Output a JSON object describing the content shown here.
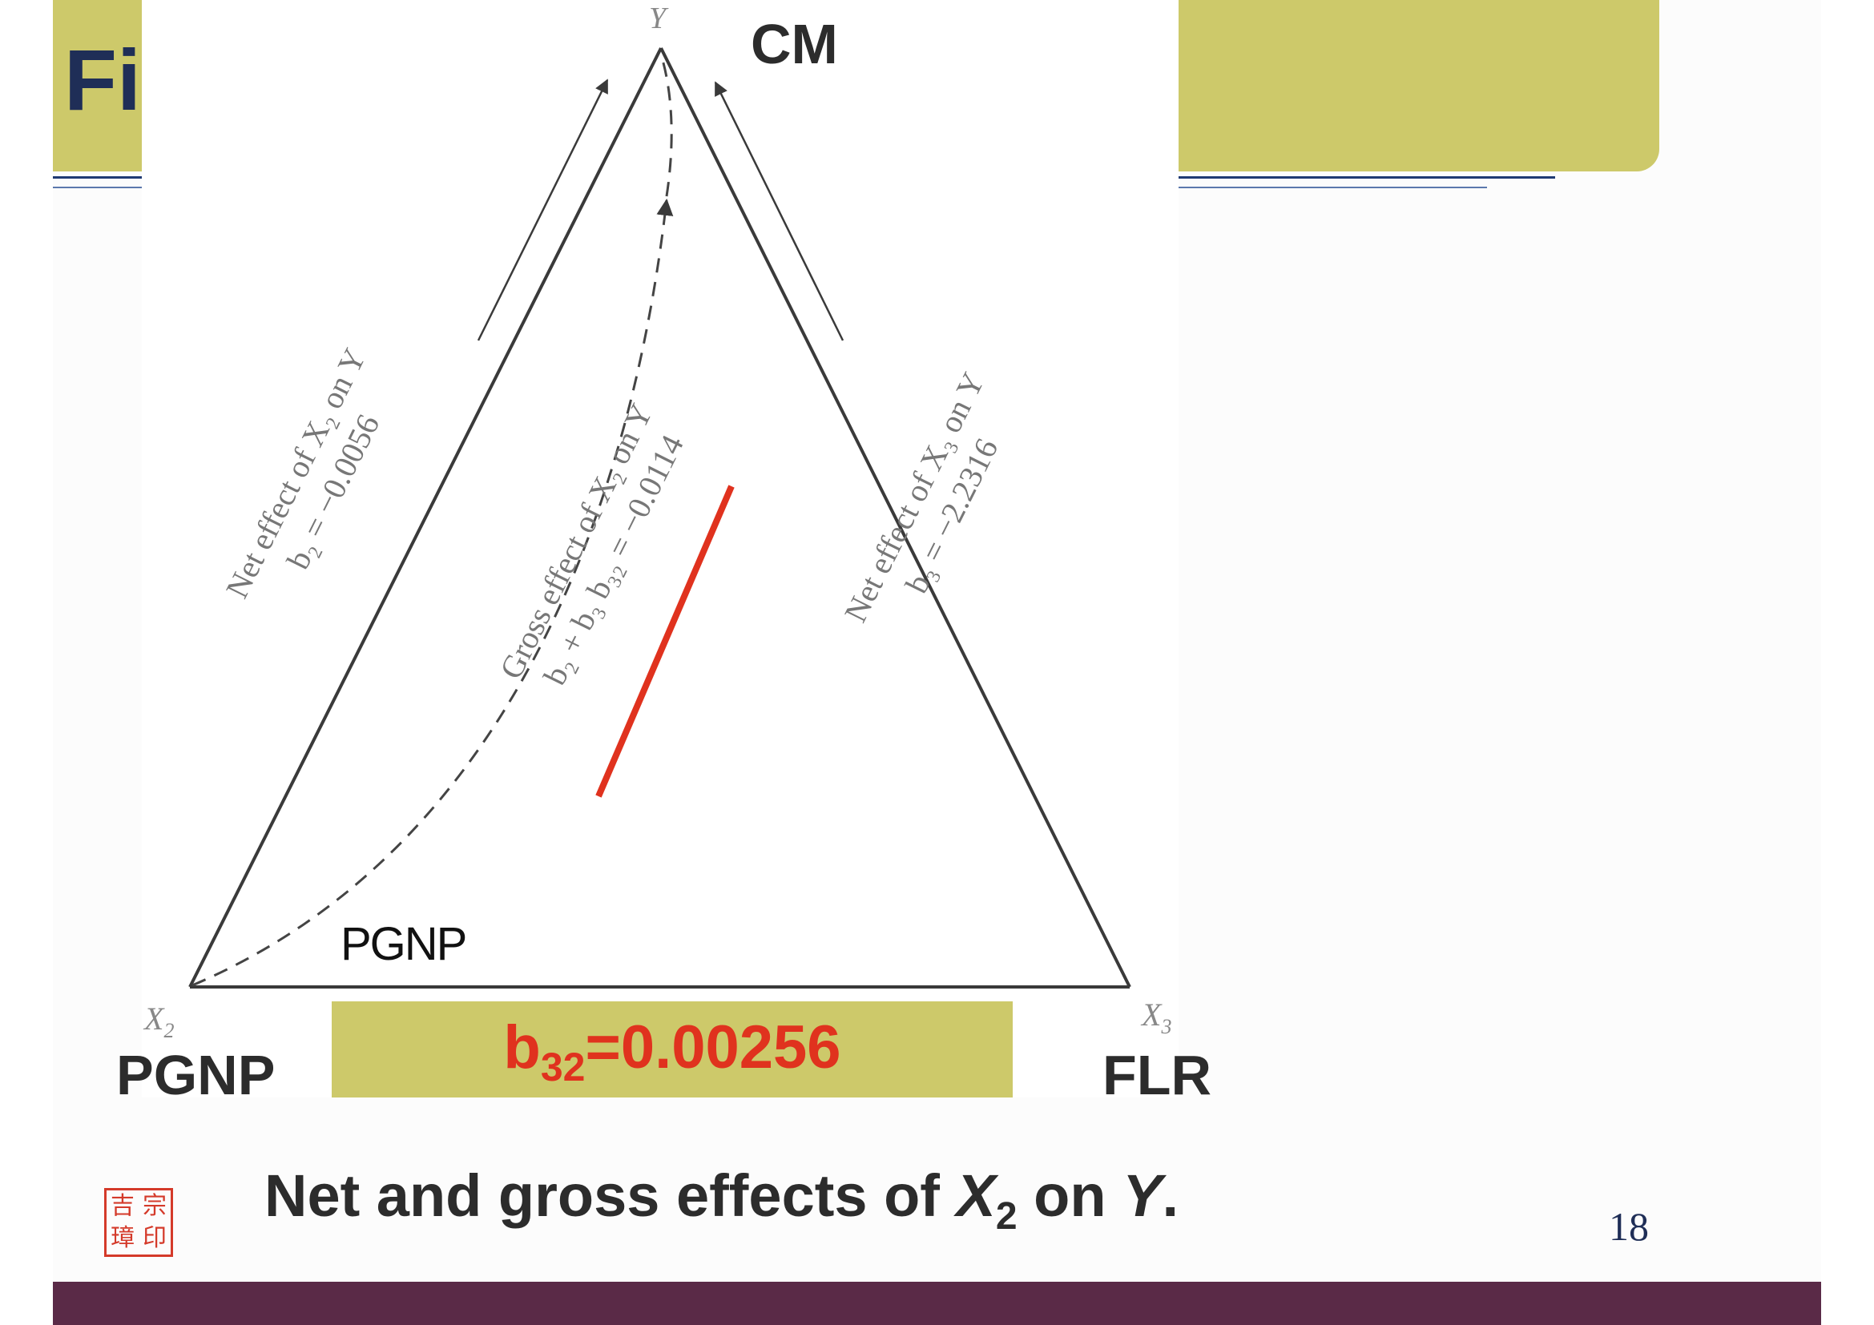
{
  "slide": {
    "title_fragment": "Fi",
    "page_number": "18"
  },
  "diagram": {
    "vertices": {
      "top_symbol": "Y",
      "left_symbol": "X",
      "left_subscript": "2",
      "right_symbol": "X",
      "right_subscript": "3"
    },
    "vertex_names": {
      "top": "CM",
      "left": "PGNP",
      "right": "FLR"
    },
    "inner_label": "PGNP",
    "left_edge": {
      "line1": "Net effect of X₂ on Y",
      "line2": "b₂ = −0.0056"
    },
    "right_edge": {
      "line1": "Net effect of X₃ on Y",
      "line2": "b₃ = −2.2316"
    },
    "gross_path": {
      "line1": "Gross effect of X₂ on Y",
      "line2": "b₂ + b₃ b₃₂ = −0.0114"
    },
    "coefficient": {
      "prefix": "b",
      "subscript": "32",
      "value": "=0.00256"
    },
    "colors": {
      "edges": "#3a3a3a",
      "highlight_line": "#e0321e",
      "band": "#cdc96a"
    }
  },
  "caption": {
    "part1": "Net and gross effects of ",
    "var1": "X",
    "sub1": "2",
    "part2": " on ",
    "var2": "Y",
    "part3": "."
  },
  "seal": {
    "chars": [
      "吉",
      "宗",
      "璋",
      "印"
    ]
  }
}
